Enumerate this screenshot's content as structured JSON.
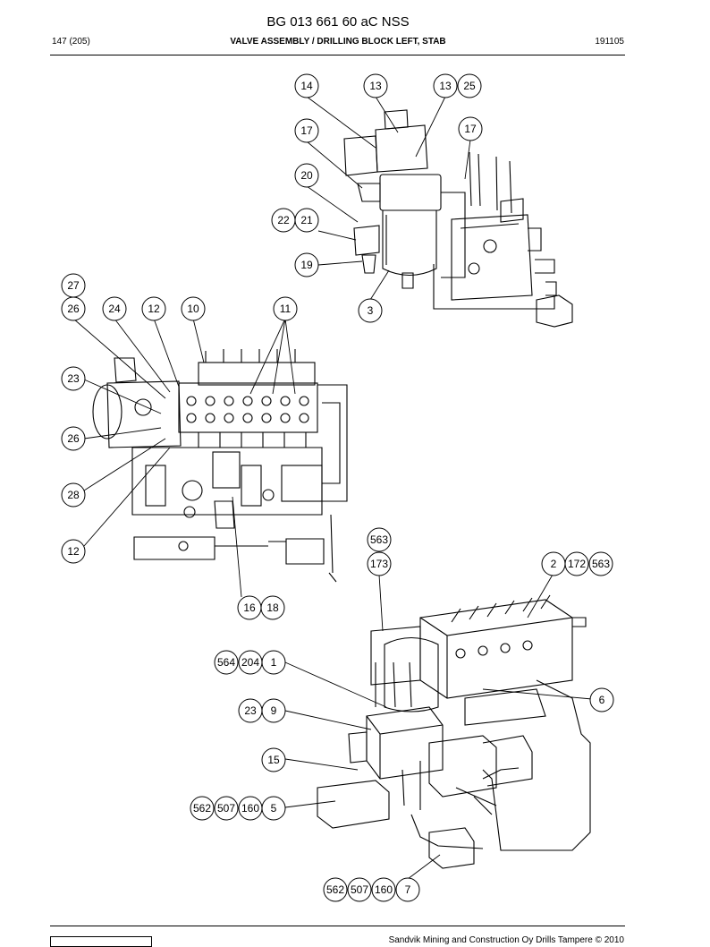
{
  "header": {
    "doc_title": "BG 013 661 60 aC NSS",
    "page": "147 (205)",
    "section_title": "VALVE ASSEMBLY / DRILLING BLOCK LEFT, STAB",
    "doc_number": "191105"
  },
  "footer": {
    "copyright": "Sandvik Mining and Construction Oy Drills Tampere © 2010"
  },
  "callouts": [
    "14",
    "13",
    "13",
    "25",
    "17",
    "17",
    "20",
    "22",
    "21",
    "19",
    "3",
    "27",
    "26",
    "24",
    "12",
    "10",
    "11",
    "23",
    "26",
    "28",
    "12",
    "16",
    "18",
    "563",
    "173",
    "2",
    "172",
    "563",
    "564",
    "204",
    "1",
    "6",
    "23",
    "9",
    "15",
    "562",
    "507",
    "160",
    "5",
    "562",
    "507",
    "160",
    "7"
  ]
}
